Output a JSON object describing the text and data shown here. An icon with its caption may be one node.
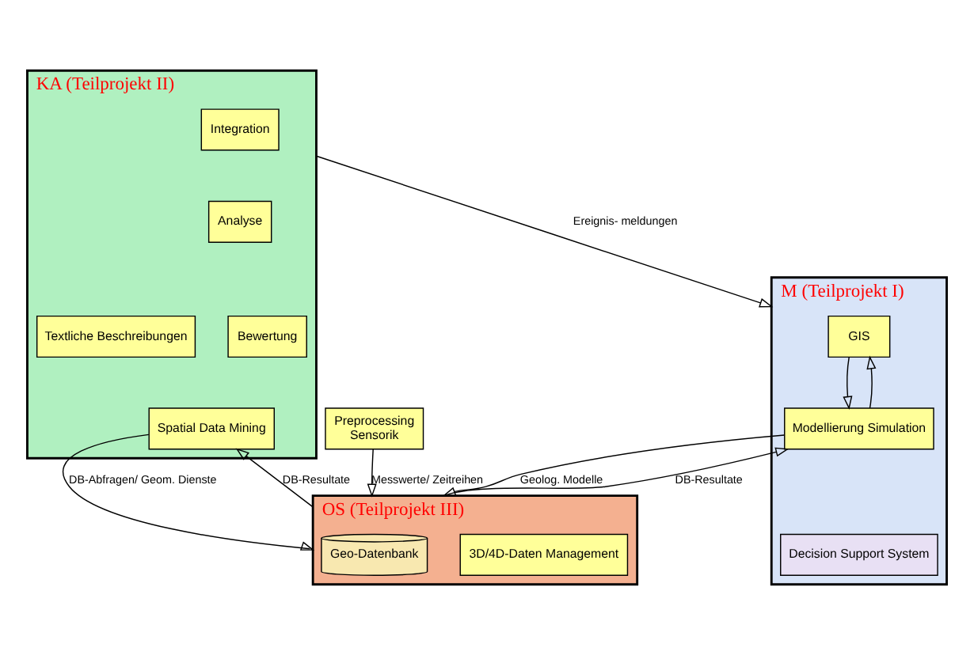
{
  "diagram": {
    "nodes": [
      {
        "text": [
          "KA (Teilprojekt II)"
        ]
      },
      {
        "text": [
          "Integration"
        ],
        "in": 0
      },
      {
        "text": [
          "Analyse"
        ],
        "in": 0
      },
      {
        "text": [
          "Bewertung"
        ],
        "in": 0
      },
      {
        "text": [
          "Textliche Beschreibungen"
        ],
        "in": 0
      },
      {
        "text": [
          "Spatial Data Mining"
        ],
        "in": 0
      },
      {
        "text": [
          "M (Teilprojekt I)"
        ]
      },
      {
        "text": [
          "GIS"
        ],
        "in": 6
      },
      {
        "text": [
          "Modellierung Simulation"
        ],
        "in": 6
      },
      {
        "text": [
          "Decision Support System"
        ],
        "in": 6
      },
      {
        "text": [
          "OS (Teilprojekt III)"
        ]
      },
      {
        "text": [
          "Geo-Datenbank"
        ],
        "in": 10
      },
      {
        "text": [
          "3D/4D-Daten Management"
        ],
        "in": 10
      },
      {
        "text": [
          "Preprocessing",
          "Sensorik"
        ]
      }
    ],
    "edges": [
      {
        "from": 0,
        "to": 6,
        "arrow": "to",
        "label": "Ereignis- meldungen"
      },
      {
        "from": 7,
        "to": 8,
        "arrow": "to"
      },
      {
        "from": 8,
        "to": 7,
        "arrow": "to"
      },
      {
        "from": 10,
        "to": 5,
        "arrow": "to",
        "label": "DB-Resultate"
      },
      {
        "from": 5,
        "to": 10,
        "arrow": "to",
        "label": "DB-Abfragen/ Geom. Dienste"
      },
      {
        "from": 8,
        "to": 10,
        "arrow": "to",
        "label": "Geolog. Modelle"
      },
      {
        "from": 10,
        "to": 8,
        "arrow": "to",
        "label": "DB-Resultate"
      },
      {
        "from": 13,
        "to": 10,
        "arrow": "to",
        "label": "Messwerte/ Zeitreihen"
      }
    ]
  }
}
